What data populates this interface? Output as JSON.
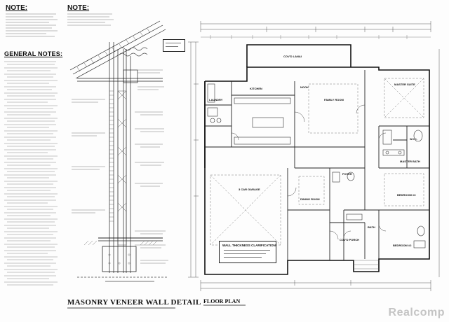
{
  "notes_left": {
    "heading": "NOTE:"
  },
  "notes_mid": {
    "heading": "NOTE:"
  },
  "general_notes": {
    "heading": "GENERAL NOTES:"
  },
  "wall_detail": {
    "title": "MASONRY VENEER WALL DETAIL"
  },
  "floor_plan": {
    "title": "FLOOR PLAN",
    "rooms": {
      "covd_lanai": "COV'D LANAI",
      "kitchen": "KITCHEN",
      "nook": "NOOK",
      "family_room": "FAMILY ROOM",
      "master_suite": "MASTER SUITE",
      "laundry": "LAUNDRY",
      "master_bath": "MASTER BATH",
      "garage": "3 CAR GARAGE",
      "dining_room": "DINING ROOM",
      "foyer": "FOYER",
      "bedroom_3": "BEDROOM #3",
      "covd_porch": "COV'D PORCH",
      "bedroom_2": "BEDROOM #2",
      "wic": "W.I.C.",
      "bath": "BATH"
    },
    "legend_title": "WALL THICKNESS CLARIFICATION"
  },
  "watermark": "Realcomp"
}
